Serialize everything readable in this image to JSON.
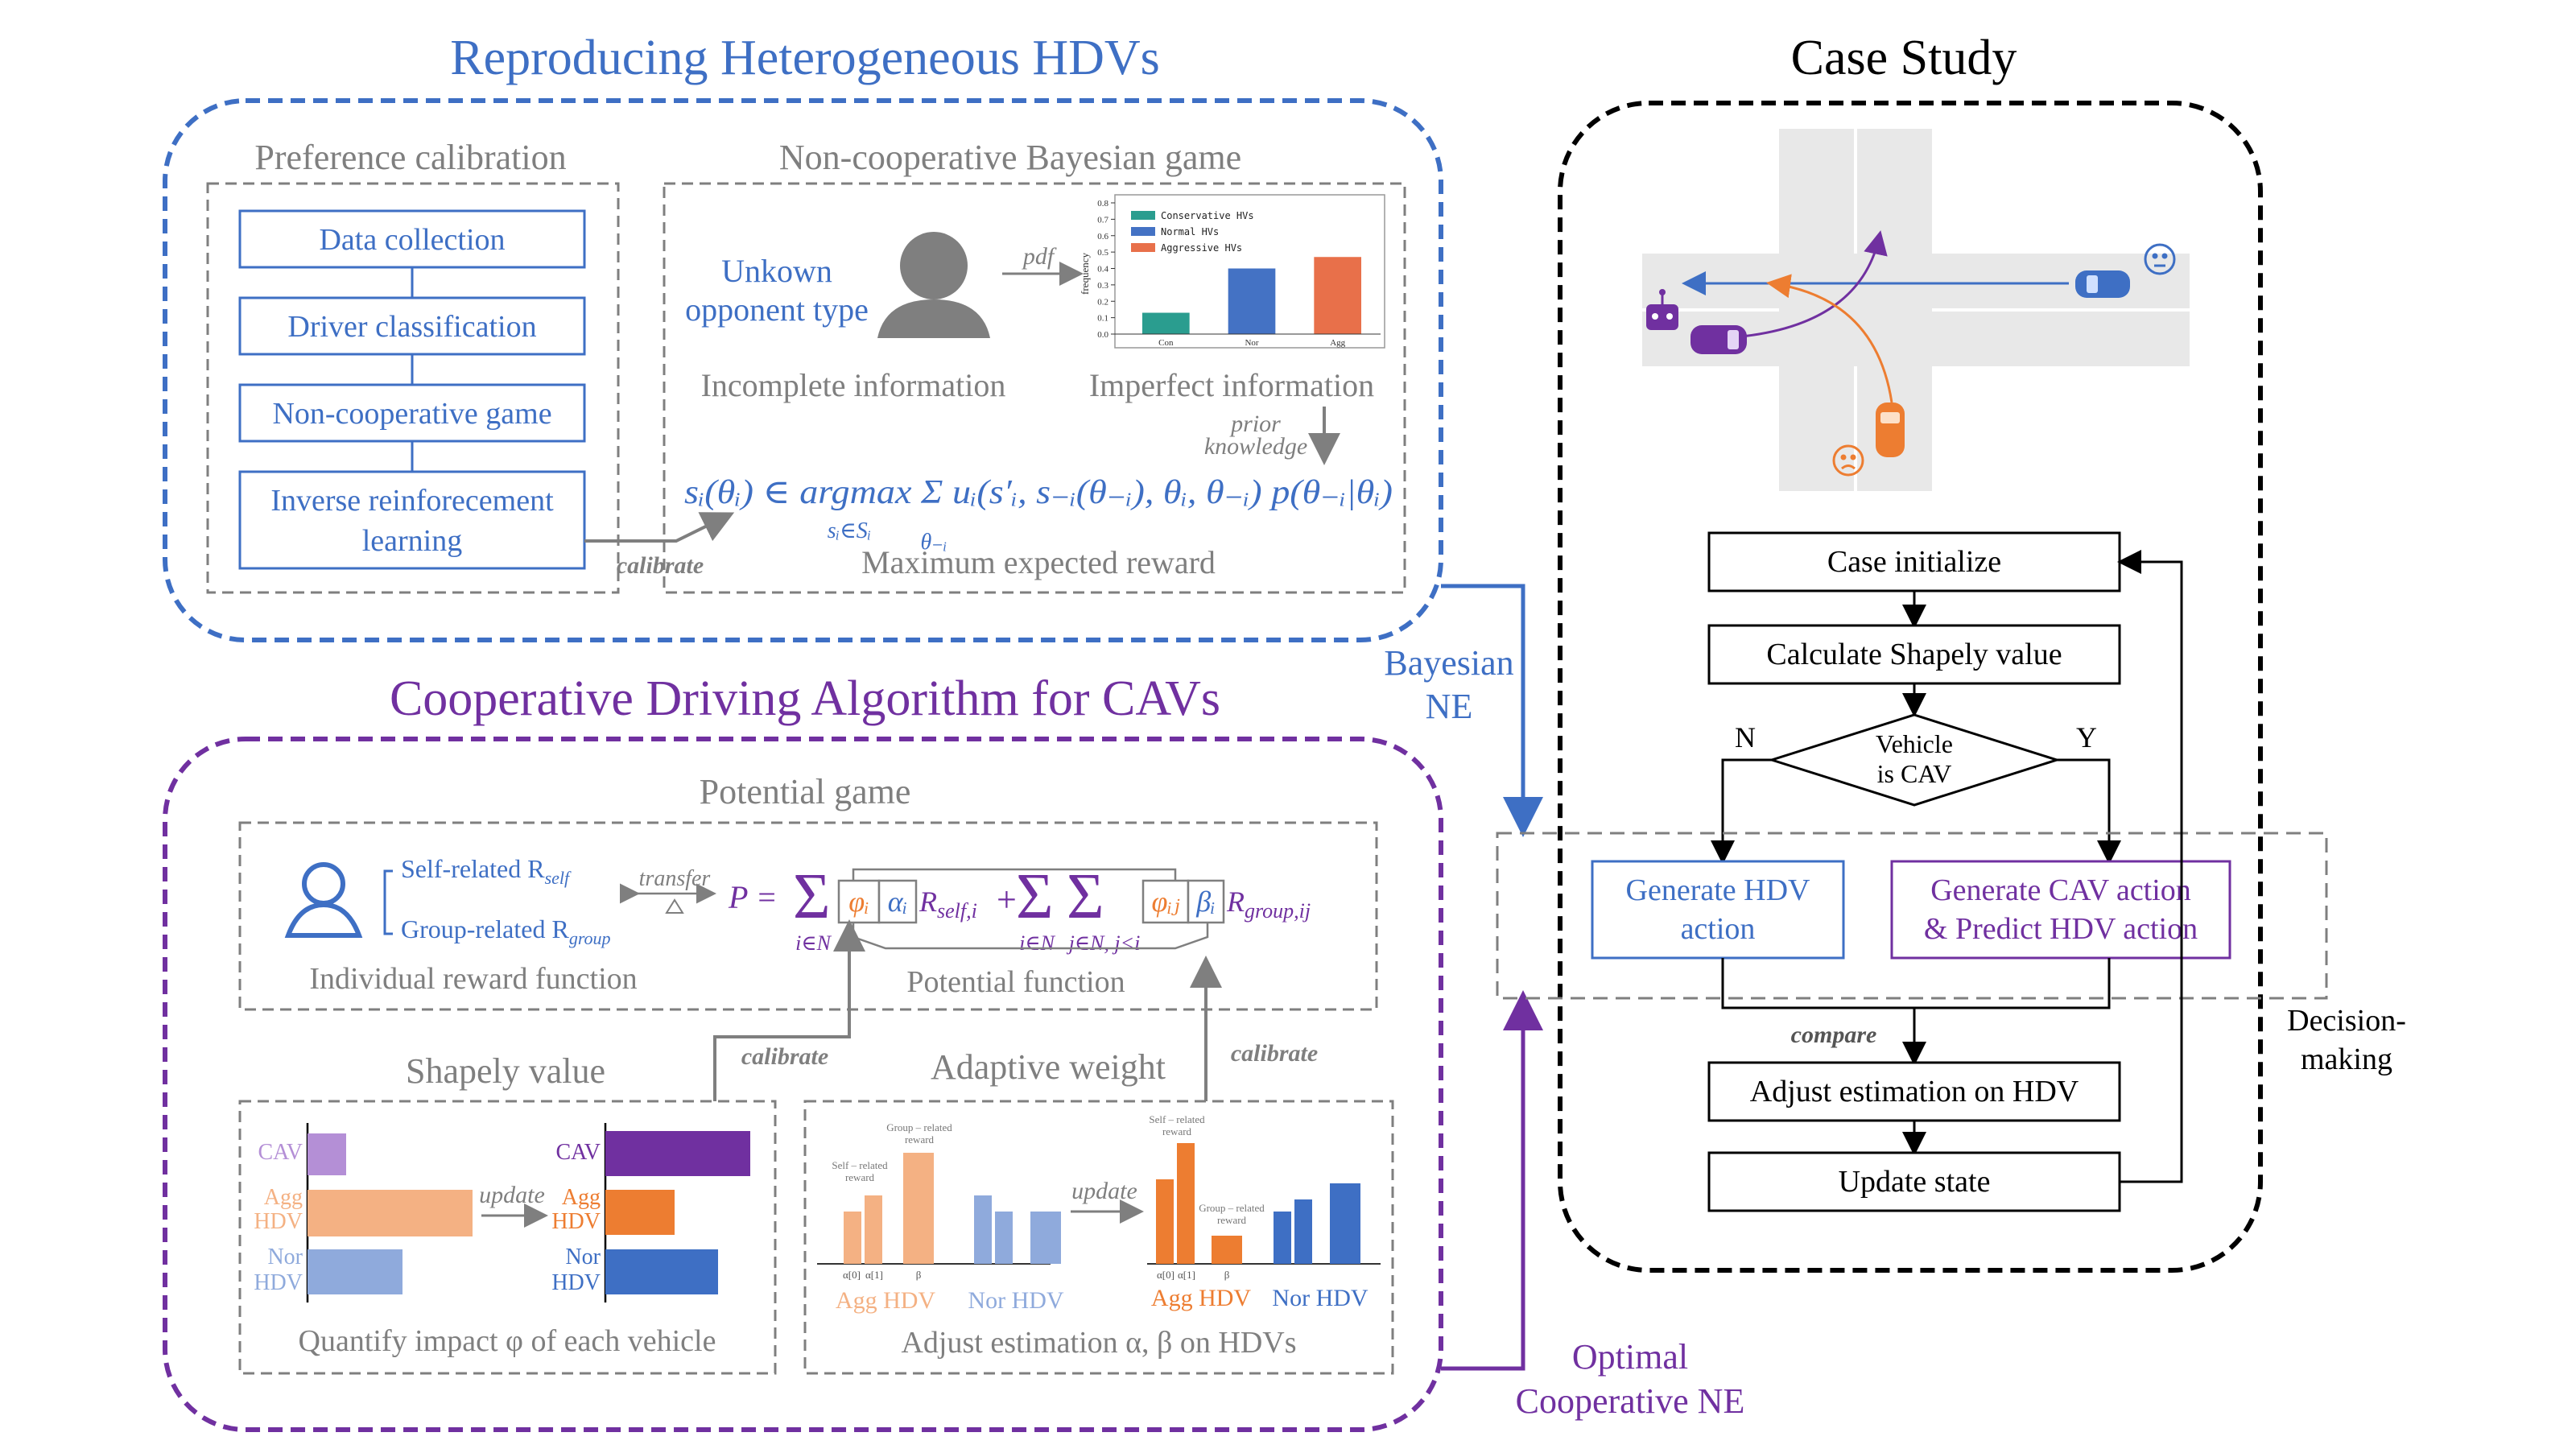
{
  "colors": {
    "blue": "#3e6fc4",
    "purple": "#7030a0",
    "orange": "#ed7d31",
    "gray": "#7f7f7f",
    "teal": "#2a9d8f",
    "light_orange": "#f4b183",
    "light_blue": "#8faadc",
    "light_purple": "#b48fd6",
    "road": "#e8e8e8"
  },
  "sections": {
    "hdv_title": "Reproducing Heterogeneous HDVs",
    "cav_title": "Cooperative Driving Algorithm for CAVs",
    "case_title": "Case Study"
  },
  "pref": {
    "title": "Preference calibration",
    "steps": [
      "Data collection",
      "Driver classification",
      "Non-cooperative game",
      "Inverse reinforecement",
      "learning"
    ]
  },
  "bayes": {
    "title": "Non-cooperative Bayesian game",
    "unknown_line1": "Unkown",
    "unknown_line2": "opponent type",
    "pdf_label": "pdf",
    "incomplete": "Incomplete information",
    "imperfect": "Imperfect information",
    "prior1": "prior",
    "prior2": "knowledge",
    "formula": "sᵢ(θᵢ) ∈ argmax Σ uᵢ(s′ᵢ, s₋ᵢ(θ₋ᵢ), θᵢ, θ₋ᵢ) p(θ₋ᵢ|θᵢ)",
    "argmax_sub": "sᵢ∈Sᵢ",
    "sum_sub": "θ₋ᵢ",
    "max_reward": "Maximum expected reward",
    "calibrate": "calibrate"
  },
  "chart_data": {
    "type": "bar",
    "categories": [
      "Con",
      "Nor",
      "Agg"
    ],
    "values": [
      0.13,
      0.4,
      0.47
    ],
    "series": [
      {
        "name": "Conservative HVs",
        "color": "#2a9d8f"
      },
      {
        "name": "Normal HVs",
        "color": "#4472c4"
      },
      {
        "name": "Aggressive HVs",
        "color": "#e8704a"
      }
    ],
    "ylabel": "frequency",
    "ylim": [
      0,
      0.8
    ],
    "yticks": [
      "0.0",
      "0.1",
      "0.2",
      "0.3",
      "0.4",
      "0.5",
      "0.6",
      "0.7",
      "0.8"
    ]
  },
  "links": {
    "bayesian_ne_1": "Bayesian",
    "bayesian_ne_2": "NE",
    "optimal_1": "Optimal",
    "optimal_2": "Cooperative NE"
  },
  "potential": {
    "title": "Potential game",
    "self_related": "Self-related R",
    "self_sub": "self",
    "group_related": "Group-related R",
    "group_sub": "group",
    "transfer": "transfer",
    "individual": "Individual reward function",
    "formula_p": "P =",
    "sum_n": "i∈N",
    "sum_n2": "i∈N",
    "sum_j": "j∈N, j<i",
    "term1": "R",
    "term1_sub": "self,i",
    "plus": "+",
    "term2": "R",
    "term2_sub": "group,ij",
    "phi_i": "φᵢ",
    "alpha_i": "αᵢ",
    "phi_ij": "φᵢⱼ",
    "beta_i": "βᵢ",
    "potential_function": "Potential function",
    "calibrate1": "calibrate",
    "calibrate2": "calibrate"
  },
  "shapley": {
    "title": "Shapely value",
    "caption": "Quantify impact φ of each vehicle",
    "update": "update",
    "labels": [
      "CAV",
      "Agg",
      "HDV",
      "Nor",
      "HDV"
    ]
  },
  "adaptive": {
    "title": "Adaptive weight",
    "caption": "Adjust estimation α, β on HDVs",
    "update": "update",
    "agg_hdv": "Agg HDV",
    "nor_hdv": "Nor HDV",
    "group_related": "Group – related",
    "reward": "reward",
    "self_related": "Self – related",
    "ticks": [
      "α[0]",
      "α[1]",
      "β"
    ]
  },
  "flow": {
    "case_init": "Case initialize",
    "calc_shapley": "Calculate Shapely value",
    "vehicle": "Vehicle",
    "is_cav": "is CAV",
    "n": "N",
    "y": "Y",
    "gen_hdv_1": "Generate HDV",
    "gen_hdv_2": "action",
    "gen_cav_1": "Generate CAV action",
    "gen_cav_2": "& Predict HDV action",
    "compare": "compare",
    "adjust": "Adjust estimation on HDV",
    "update": "Update state",
    "decision_1": "Decision-",
    "decision_2": "making"
  }
}
